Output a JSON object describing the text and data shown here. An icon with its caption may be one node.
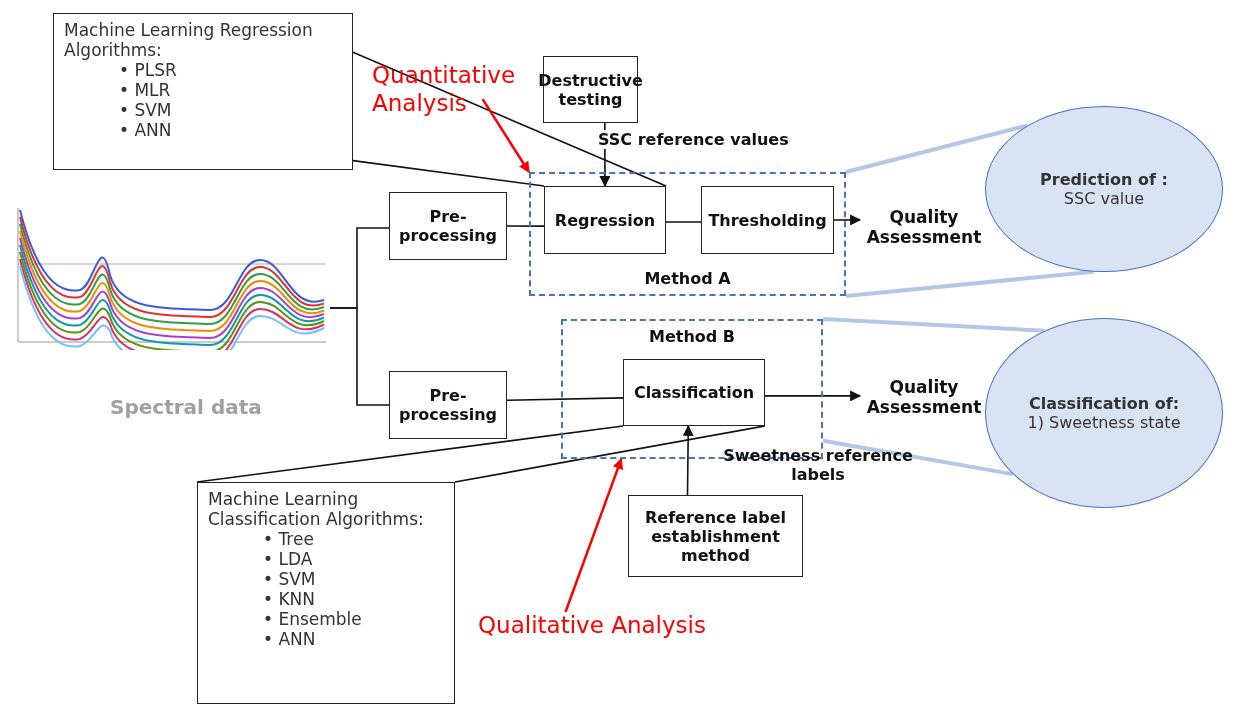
{
  "diagram": {
    "nodes": [
      {
        "text": [
          "Machine Learning Regression Algorithms:",
          "• PLSR",
          "• MLR",
          "• SVM",
          "• ANN"
        ]
      },
      {
        "text": [
          "Quantitative Analysis"
        ]
      },
      {
        "text": [
          "Destructive testing"
        ]
      },
      {
        "text": [
          "Method A"
        ]
      },
      {
        "text": [
          "Regression"
        ],
        "in": 3
      },
      {
        "text": [
          "Thresholding"
        ],
        "in": 3
      },
      {
        "text": [
          "Quality Assessment"
        ]
      },
      {
        "text": [],
        "shape": "picture",
        "beside": [
          "Spectral data"
        ]
      },
      {
        "text": [
          "Pre-processing"
        ]
      },
      {
        "text": [
          "Pre-processing"
        ]
      },
      {
        "text": [
          "Method B"
        ]
      },
      {
        "text": [
          "Classification"
        ],
        "in": 10
      },
      {
        "text": [
          "Quality Assessment"
        ]
      },
      {
        "text": [
          "Reference label establishment method"
        ]
      },
      {
        "text": [
          "Machine Learning Classification Algorithms:",
          "• Tree",
          "• LDA",
          "• SVM",
          "• KNN",
          "• Ensemble",
          "• ANN"
        ]
      },
      {
        "text": [
          "Qualitative Analysis"
        ]
      },
      {
        "text": [
          "Prediction of :",
          "SSC value"
        ]
      },
      {
        "text": [
          "Classification of:",
          "1) Sweetness state"
        ]
      }
    ],
    "edges": [
      {
        "from": 7,
        "to": 8,
        "arrow": "none"
      },
      {
        "from": 7,
        "to": 9,
        "arrow": "none"
      },
      {
        "from": 8,
        "to": 4,
        "arrow": "none"
      },
      {
        "from": 4,
        "to": 5,
        "arrow": "none"
      },
      {
        "from": 5,
        "to": 6,
        "arrow": "to"
      },
      {
        "from": 2,
        "to": 4,
        "arrow": "to"
      },
      {
        "from": 0,
        "to": 4,
        "arrow": "none"
      },
      {
        "from": 0,
        "to": 4,
        "arrow": "none"
      },
      {
        "from": 1,
        "to": 3,
        "arrow": "to",
        "color": "#ff0000"
      },
      {
        "from": 9,
        "to": 11,
        "arrow": "none"
      },
      {
        "from": 11,
        "to": 12,
        "arrow": "to"
      },
      {
        "from": 13,
        "to": 11,
        "arrow": "to"
      },
      {
        "from": 14,
        "to": 11,
        "arrow": "none"
      },
      {
        "from": 14,
        "to": 11,
        "arrow": "none"
      },
      {
        "from": 15,
        "to": 10,
        "arrow": "to",
        "color": "#ff0000"
      },
      {
        "from": 3,
        "to": 16,
        "arrow": "none",
        "style": "thick",
        "color": "#b4c7e7"
      },
      {
        "from": 3,
        "to": 16,
        "arrow": "none",
        "style": "thick",
        "color": "#b4c7e7"
      },
      {
        "from": 10,
        "to": 17,
        "arrow": "none",
        "style": "thick",
        "color": "#b4c7e7"
      },
      {
        "from": 10,
        "to": 17,
        "arrow": "none",
        "style": "thick",
        "color": "#b4c7e7"
      }
    ],
    "labels": [
      "SSC reference values",
      "Sweetness reference labels"
    ]
  }
}
